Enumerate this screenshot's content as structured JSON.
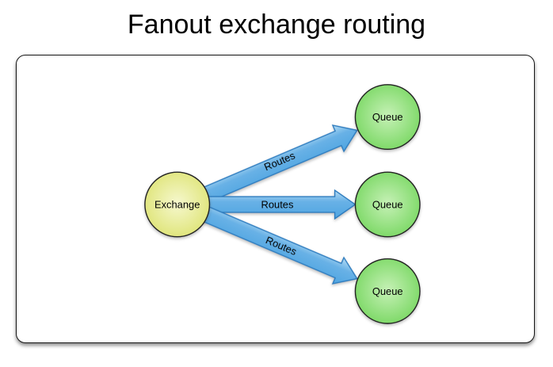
{
  "title": "Fanout exchange routing",
  "diagram": {
    "exchange": {
      "label": "Exchange"
    },
    "queues": [
      {
        "label": "Queue"
      },
      {
        "label": "Queue"
      },
      {
        "label": "Queue"
      }
    ],
    "routes": [
      {
        "label": "Routes"
      },
      {
        "label": "Routes"
      },
      {
        "label": "Routes"
      }
    ],
    "colors": {
      "arrow_fill_top": "#b5dcf4",
      "arrow_fill_mid": "#68b1e6",
      "arrow_fill_bottom": "#4fa5e1",
      "arrow_border": "#2e7cbf",
      "exchange_center": "#f6f8ce",
      "exchange_edge": "#dce26e",
      "queue_center": "#c6f1b6",
      "queue_edge": "#72d55b",
      "node_border": "#222222"
    }
  }
}
